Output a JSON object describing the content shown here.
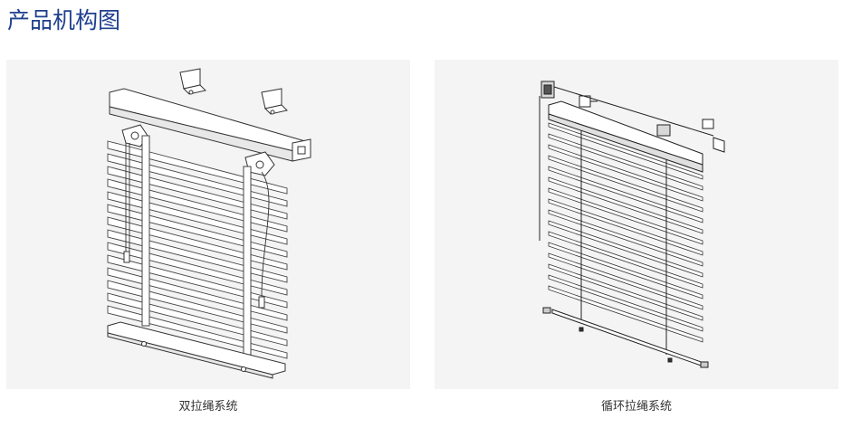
{
  "header": {
    "title": "产品机构图"
  },
  "diagrams": [
    {
      "caption": "双拉绳系统"
    },
    {
      "caption": "循环拉绳系统"
    }
  ]
}
